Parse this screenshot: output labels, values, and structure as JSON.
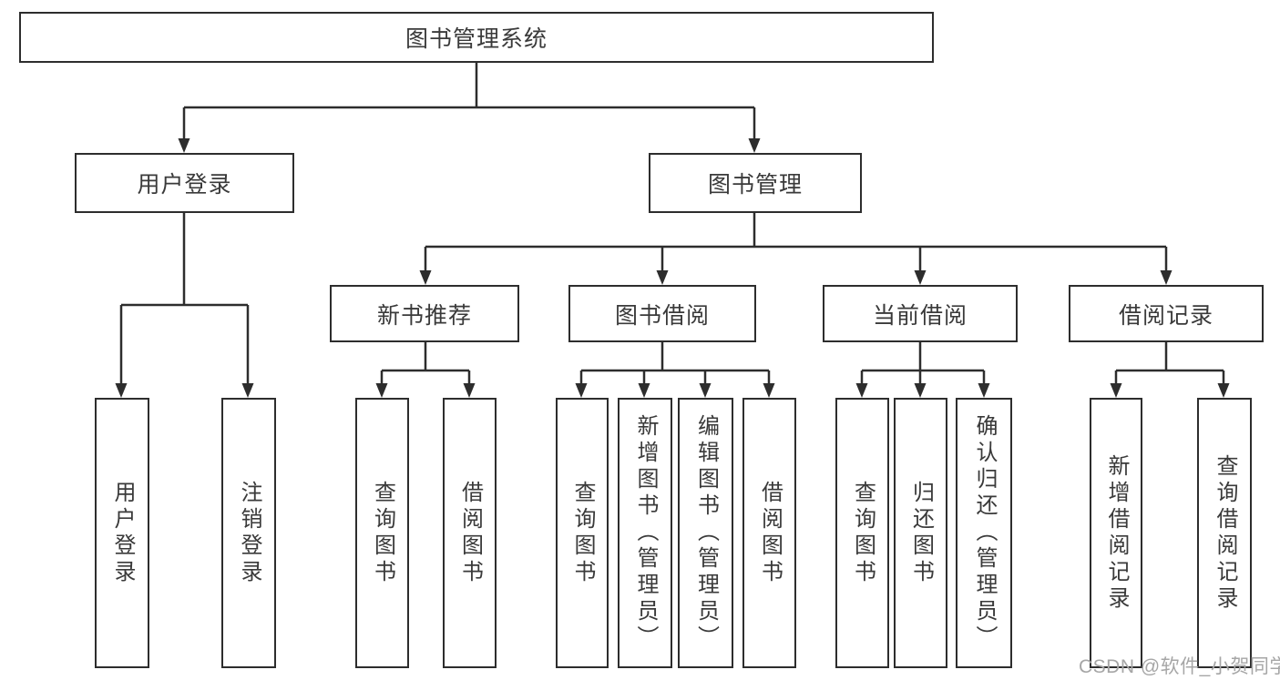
{
  "diagram": {
    "root": {
      "label": "图书管理系统"
    },
    "level2": {
      "user_login": {
        "label": "用户登录"
      },
      "book_mgmt": {
        "label": "图书管理"
      }
    },
    "level3": {
      "new_book": {
        "label": "新书推荐"
      },
      "borrow": {
        "label": "图书借阅"
      },
      "current": {
        "label": "当前借阅"
      },
      "record": {
        "label": "借阅记录"
      }
    },
    "leaves": {
      "a1": {
        "label": "用户登录"
      },
      "a2": {
        "label": "注销登录"
      },
      "b1": {
        "label": "查询图书"
      },
      "b2": {
        "label": "借阅图书"
      },
      "c1": {
        "label": "查询图书"
      },
      "c2": {
        "label": "新增图书（管理员）"
      },
      "c3": {
        "label": "编辑图书（管理员）"
      },
      "c4": {
        "label": "借阅图书"
      },
      "d1": {
        "label": "查询图书"
      },
      "d2": {
        "label": "归还图书"
      },
      "d3": {
        "label": "确认归还（管理员）"
      },
      "e1": {
        "label": "新增借阅记录"
      },
      "e2": {
        "label": "查询借阅记录"
      }
    }
  },
  "watermark": {
    "text": "CSDN @软件_小贺同学"
  },
  "colors": {
    "line": "#2d2d2d",
    "box_border": "#2d2d2d",
    "box_fill": "#ffffff",
    "text": "#3a3a3a",
    "watermark": "#a6a6a6",
    "background": "#ffffff"
  }
}
